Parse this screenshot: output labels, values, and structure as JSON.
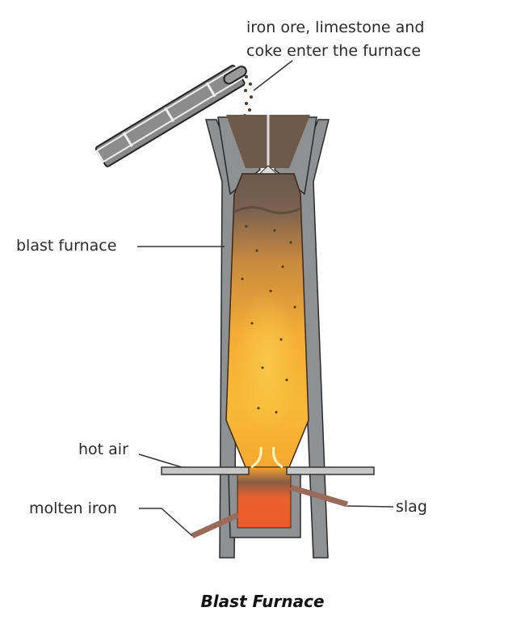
{
  "diagram": {
    "title": "Blast Furnace",
    "labels": {
      "input_line1": "iron ore, limestone and",
      "input_line2": "coke enter the furnace",
      "blast_furnace": "blast furnace",
      "hot_air": "hot air",
      "molten_iron": "molten iron",
      "slag": "slag"
    },
    "colors": {
      "wall": "#8f9091",
      "charge": "#6e5a4a",
      "hot_zone": "#f7b733",
      "molten": "#ef5a2a",
      "pipe": "#9a6a5a"
    }
  }
}
